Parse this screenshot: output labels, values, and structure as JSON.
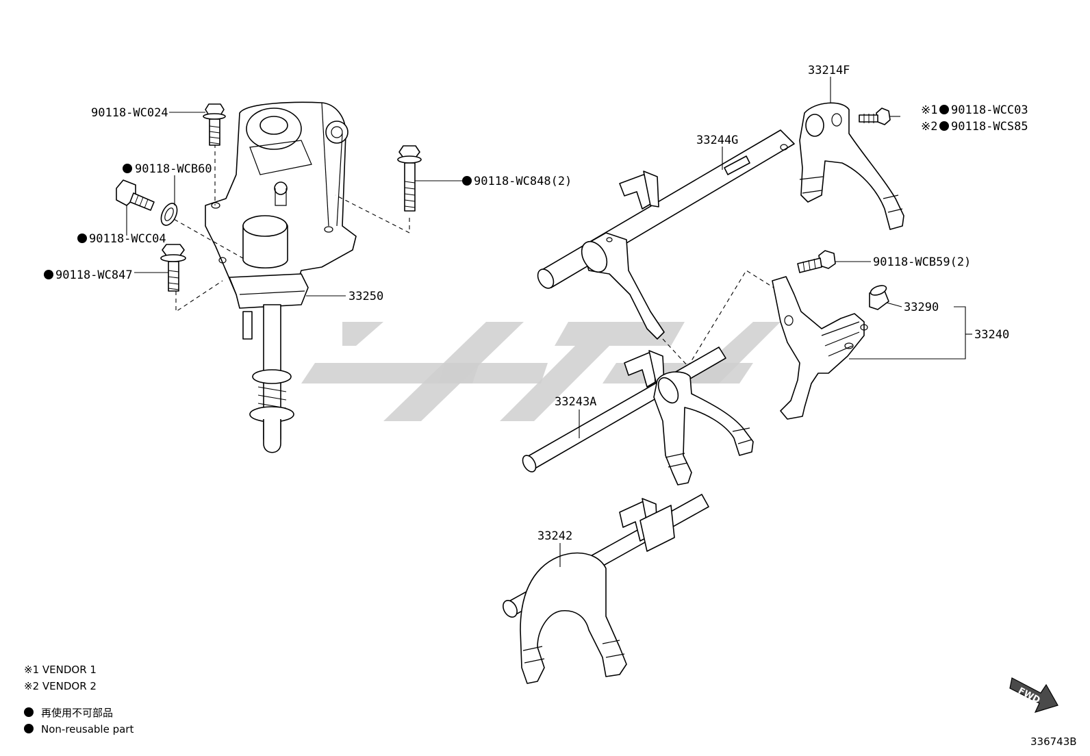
{
  "callouts": {
    "p1": "90118-WC024",
    "p2": "90118-WCB60",
    "p3": "90118-WCC04",
    "p4": "90118-WC847",
    "p5": "90118-WC848(2)",
    "p6": "33250",
    "p7": "33244G",
    "p8": "33214F",
    "p9a_mark": "※1",
    "p9a": "90118-WCC03",
    "p9b_mark": "※2",
    "p9b": "90118-WCS85",
    "p10": "90118-WCB59(2)",
    "p11": "33290",
    "p12": "33240",
    "p13": "33243A",
    "p14": "33242"
  },
  "legend": {
    "vendor1": "※1 VENDOR 1",
    "vendor2": "※2 VENDOR 2",
    "nonreusable_jp": "再使用不可部品",
    "nonreusable_en": "Non-reusable part"
  },
  "fwd_label": "FWD",
  "diagram_id": "336743B",
  "icons": {
    "nonreusable_marker": "filled-circle-icon",
    "direction_marker": "fwd-arrow-icon",
    "watermark": "logo-watermark"
  },
  "colors": {
    "line": "#000000",
    "background": "#ffffff",
    "watermark": "#cfcfcf"
  }
}
